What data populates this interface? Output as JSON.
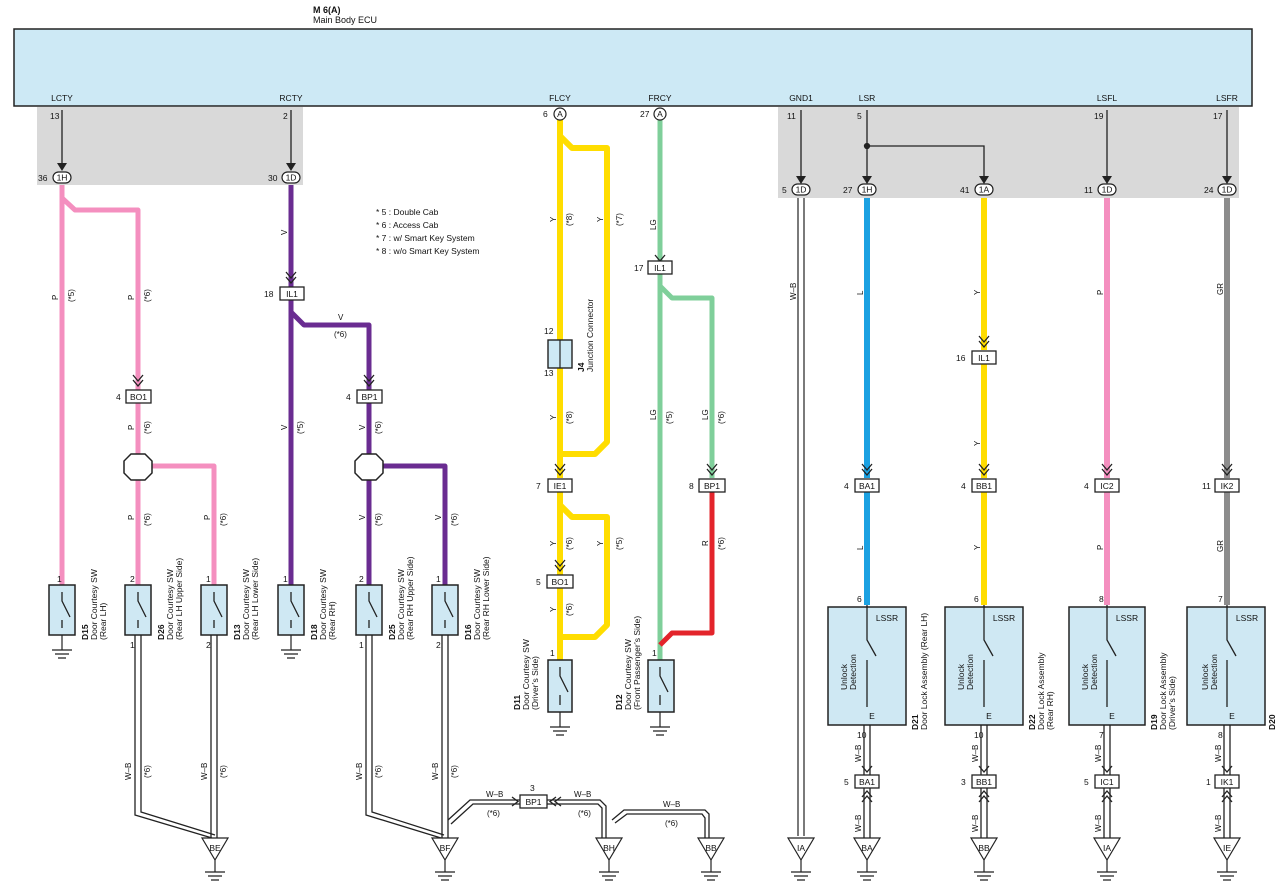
{
  "ecu": {
    "code": "M 6(A)",
    "name": "Main Body ECU"
  },
  "terminals": [
    "LCTY",
    "RCTY",
    "FLCY",
    "FRCY",
    "GND1",
    "LSR",
    "LSFL",
    "LSFR"
  ],
  "pins": {
    "p13": "13",
    "p2": "2",
    "p6": "6",
    "p27": "27",
    "p11": "11",
    "p5": "5",
    "p19": "19",
    "p17": "17",
    "p36": "36",
    "p30": "30",
    "p5b": "5",
    "p27b": "27",
    "p41": "41",
    "p11b": "11",
    "p24": "24",
    "p18": "18",
    "p17b": "17",
    "p16": "16",
    "p4a": "4",
    "p4b": "4",
    "p12": "12",
    "p13b": "13",
    "p7": "7",
    "p8": "8",
    "p4c": "4",
    "p4d": "4",
    "p4e": "4",
    "p11c": "11",
    "p5c": "5",
    "d15": "1",
    "d26a": "2",
    "d26b": "1",
    "d13a": "1",
    "d13b": "2",
    "d18": "1",
    "d25a": "2",
    "d25b": "1",
    "d16a": "1",
    "d16b": "2",
    "d11": "1",
    "d12": "1",
    "d21a": "6",
    "d21b": "10",
    "d22a": "6",
    "d22b": "10",
    "d19a": "8",
    "d19b": "7",
    "d20a": "7",
    "d20b": "8",
    "p5d": "5",
    "p3a": "3",
    "p5e": "5",
    "p1a": "1",
    "p3b": "3"
  },
  "connectors": {
    "c1H": "1H",
    "c1D": "1D",
    "c1A": "1A",
    "IL1": "IL1",
    "BO1": "BO1",
    "BP1": "BP1",
    "IE1": "IE1",
    "BA1": "BA1",
    "BB1": "BB1",
    "IC2": "IC2",
    "IK2": "IK2",
    "IC1": "IC1",
    "IK1": "IK1",
    "A": "A"
  },
  "wires": {
    "P": "P",
    "V": "V",
    "Y": "Y",
    "LG": "LG",
    "R": "R",
    "L": "L",
    "GR": "GR",
    "WB": "W–B"
  },
  "notes": {
    "n5": "(*5)",
    "n6": "(*6)",
    "n7": "(*7)",
    "n8": "(*8)"
  },
  "legend": [
    "* 5 : Double Cab",
    "* 6 : Access Cab",
    "* 7 : w/ Smart Key System",
    "* 8 : w/o Smart Key System"
  ],
  "components": {
    "D15": {
      "code": "D15",
      "name": "Door Courtesy SW",
      "sub": "(Rear LH)"
    },
    "D26": {
      "code": "D26",
      "name": "Door Courtesy SW",
      "sub": "(Rear LH Upper Side)"
    },
    "D13": {
      "code": "D13",
      "name": "Door Courtesy SW",
      "sub": "(Rear LH Lower Side)"
    },
    "D18": {
      "code": "D18",
      "name": "Door Courtesy SW",
      "sub": "(Rear RH)"
    },
    "D25": {
      "code": "D25",
      "name": "Door Courtesy SW",
      "sub": "(Rear RH Upper Side)"
    },
    "D16": {
      "code": "D16",
      "name": "Door Courtesy SW",
      "sub": "(Rear RH Lower Side)"
    },
    "J4": {
      "code": "J4",
      "name": "Junction Connector"
    },
    "D11": {
      "code": "D11",
      "name": "Door Courtesy SW",
      "sub": "(Driver’s Side)"
    },
    "D12": {
      "code": "D12",
      "name": "Door Courtesy SW",
      "sub": "(Front Passenger’s Side)"
    },
    "D21": {
      "code": "D21",
      "name": "Door Lock Assembly (Rear LH)"
    },
    "D22": {
      "code": "D22",
      "name": "Door Lock Assembly",
      "sub": "(Rear RH)"
    },
    "D19": {
      "code": "D19",
      "name": "Door Lock Assembly",
      "sub": "(Driver’s Side)"
    },
    "D20": {
      "code": "D20"
    }
  },
  "lock": {
    "lssr": "LSSR",
    "unlock": "Unlock",
    "detection": "Detection",
    "e": "E"
  },
  "grounds": {
    "BE": "BE",
    "BF": "BF",
    "BH": "BH",
    "BB": "BB",
    "IA": "IA",
    "BA": "BA",
    "IE": "IE"
  },
  "colors": {
    "pink": "#f48fbf",
    "violet": "#6a2c91",
    "yellow": "#ffdd00",
    "lightgreen": "#7fcf9a",
    "red": "#e3242b",
    "blue": "#1ba1e2",
    "gray": "#8c8c8c",
    "ecu": "#cde9f5",
    "shade": "#d9d9d9"
  }
}
